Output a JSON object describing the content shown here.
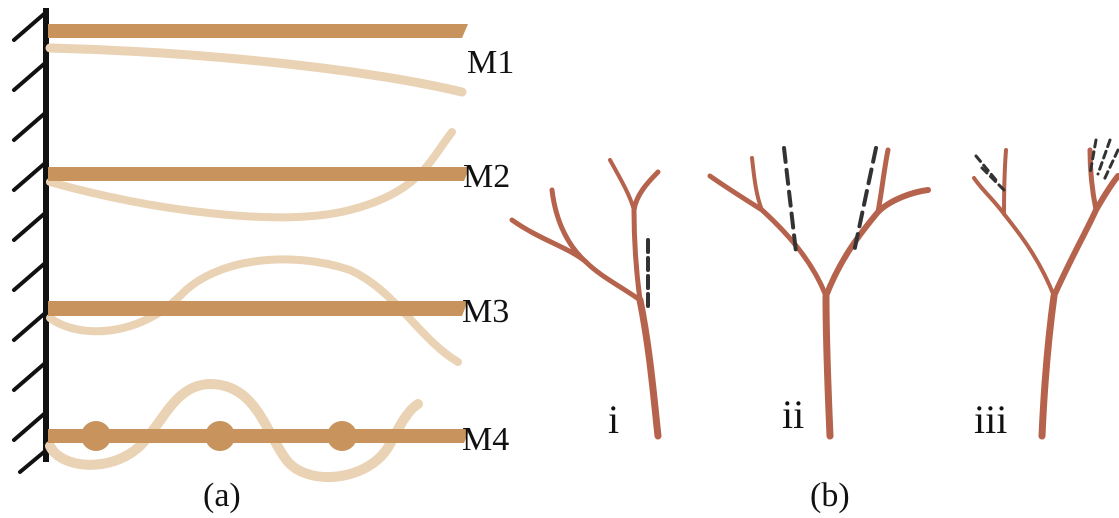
{
  "panel_a": {
    "caption": "(a)",
    "modes": [
      {
        "label": "M1"
      },
      {
        "label": "M2"
      },
      {
        "label": "M3"
      },
      {
        "label": "M4"
      }
    ]
  },
  "panel_b": {
    "caption": "(b)",
    "trees": [
      {
        "label": "i"
      },
      {
        "label": "ii"
      },
      {
        "label": "iii"
      }
    ]
  },
  "colors": {
    "beam": "#c9935e",
    "beam_deformed": "#ead2b4",
    "branch": "#b5634c",
    "wall": "#111111",
    "dashed": "#333333"
  }
}
